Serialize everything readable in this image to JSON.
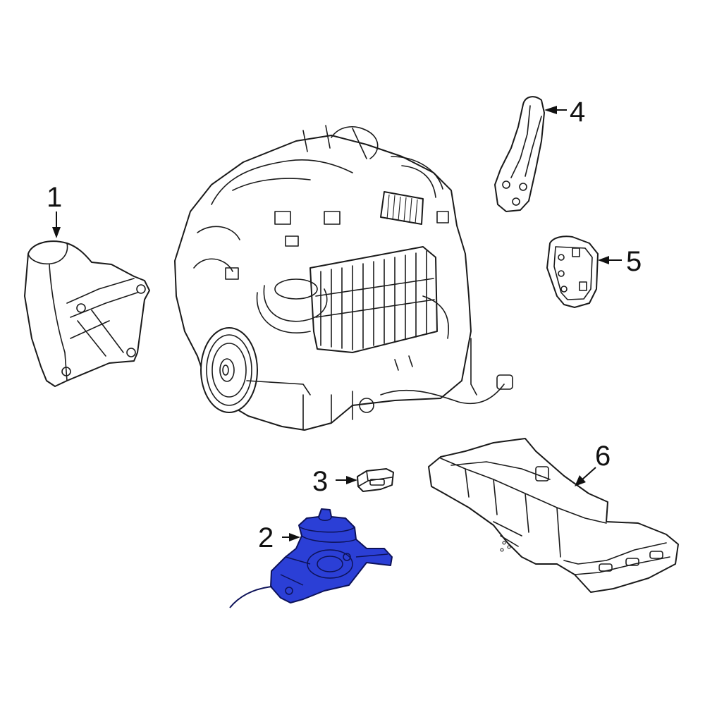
{
  "callouts": [
    {
      "number": "1",
      "part": "engine-mount-bracket-left"
    },
    {
      "number": "2",
      "part": "engine-mount"
    },
    {
      "number": "3",
      "part": "bracket-clip"
    },
    {
      "number": "4",
      "part": "mount-bracket-upper"
    },
    {
      "number": "5",
      "part": "heat-shield-plate"
    },
    {
      "number": "6",
      "part": "heat-shield"
    }
  ],
  "colors": {
    "highlight_part": "#2b3fd6",
    "highlight_stroke": "#0d1259",
    "line": "#1a1a1a",
    "background": "#ffffff"
  }
}
